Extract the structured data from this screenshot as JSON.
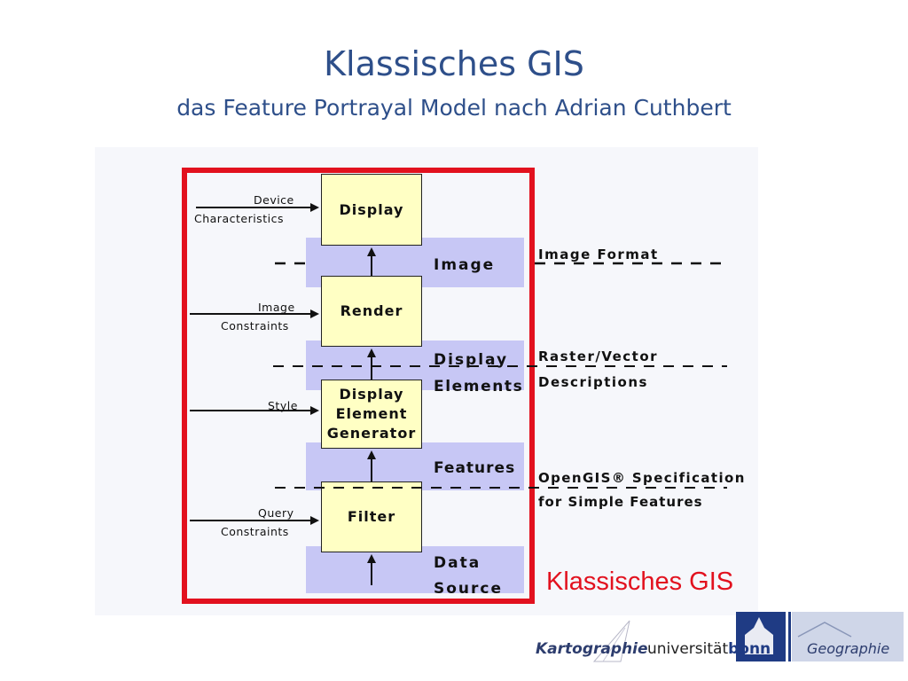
{
  "slide": {
    "title": "Klassisches GIS",
    "subtitle": "das Feature Portrayal Model nach Adrian Cuthbert"
  },
  "diagram": {
    "boxes": {
      "display": "Display",
      "render": "Render",
      "generator_line1": "Display",
      "generator_line2": "Element",
      "generator_line3": "Generator",
      "filter": "Filter"
    },
    "bands": {
      "image": "Image",
      "display_elements_line1": "Display",
      "display_elements_line2": "Elements",
      "features": "Features",
      "data_source_line1": "Data",
      "data_source_line2": "Source"
    },
    "inputs": {
      "device_line1": "Device",
      "device_line2": "Characteristics",
      "image_constraints_line1": "Image",
      "image_constraints_line2": "Constraints",
      "style": "Style",
      "query_line1": "Query",
      "query_line2": "Constraints"
    },
    "descriptions": {
      "image_format": "Image Format",
      "raster_vector_line1": "Raster/Vector",
      "raster_vector_line2": "Descriptions",
      "opengis_line1": "OpenGIS® Specification",
      "opengis_line2": "for Simple Features"
    },
    "red_label": "Klassisches GIS"
  },
  "logo": {
    "kartographie": "Kartographie",
    "universitaet": "universität",
    "bonn": "bonn",
    "geographie": "Geographie"
  },
  "colors": {
    "title": "#2e4f8a",
    "frame": "#e2111e",
    "band": "#c7c7f5",
    "box": "#ffffc4"
  }
}
